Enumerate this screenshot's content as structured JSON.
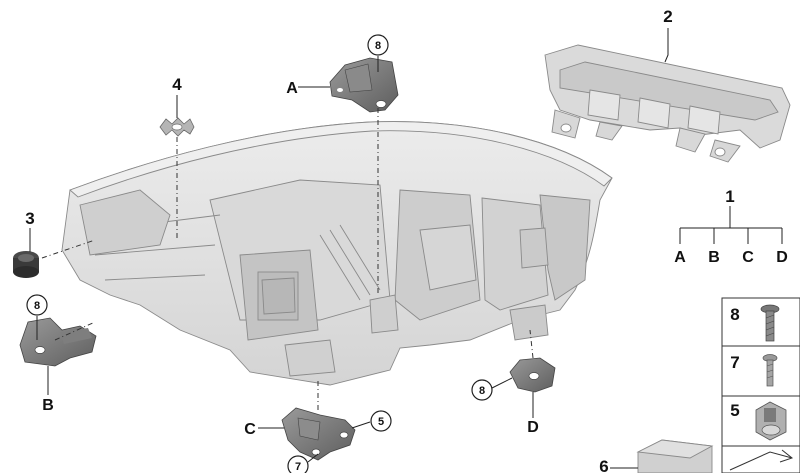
{
  "diagram": {
    "callouts": {
      "c1": "1",
      "c2": "2",
      "c3": "3",
      "c4": "4",
      "c5": "5",
      "c6": "6",
      "c7": "7",
      "c8": "8"
    },
    "circled": {
      "top_a": "8",
      "left_b": "8",
      "right_d": "8",
      "bottom_c_5": "5",
      "bottom_c_7": "7"
    },
    "letters": {
      "a": "A",
      "b": "B",
      "c": "C",
      "d": "D"
    },
    "tree": {
      "root": "1",
      "branches": [
        "A",
        "B",
        "C",
        "D"
      ]
    },
    "legend": [
      {
        "num": "8",
        "icon": "long-screw-icon"
      },
      {
        "num": "7",
        "icon": "short-screw-icon"
      },
      {
        "num": "5",
        "icon": "clip-nut-icon"
      }
    ],
    "colors": {
      "part_fill": "#e2e2e2",
      "part_shade": "#cfcfcf",
      "part_dark": "#6e6e6e",
      "line": "#222222"
    }
  }
}
